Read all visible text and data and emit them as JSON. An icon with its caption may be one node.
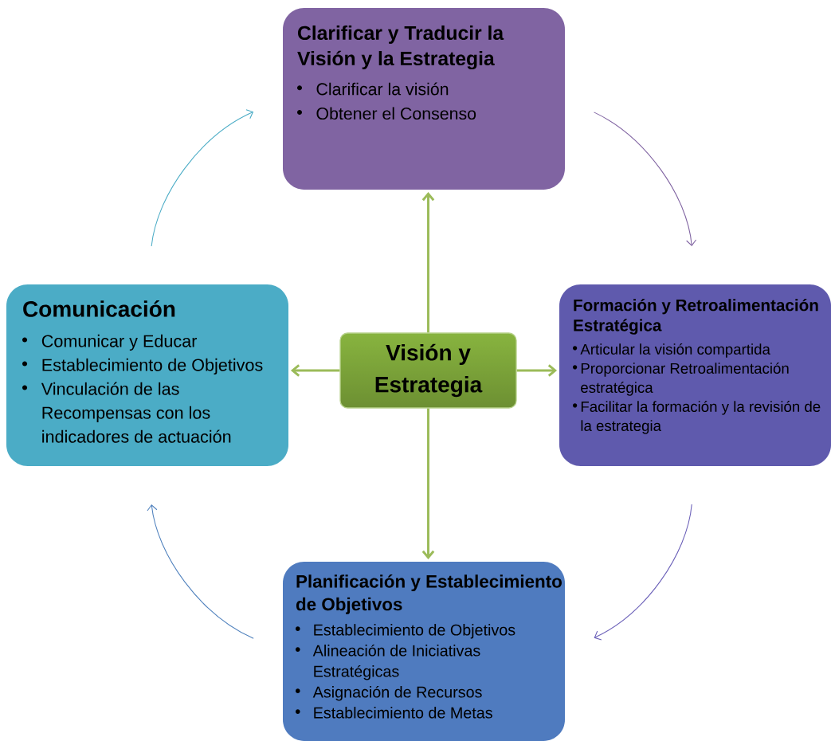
{
  "diagram": {
    "nodes": [
      {
        "text": [
          "Clarificar y Traducir la Visión y la Estrategia",
          "Clarificar  la visión",
          "Obtener el Consenso"
        ]
      },
      {
        "text": [
          "Comunicación",
          "Comunicar y Educar",
          "Establecimiento de Objetivos",
          "Vinculación de las Recompensas con los indicadores de actuación"
        ]
      },
      {
        "text": [
          "Visión y Estrategia"
        ]
      },
      {
        "text": [
          "Formación y Retroalimentación Estratégica",
          "Articular la visión compartida",
          "Proporcionar Retroalimentación estratégica",
          "Facilitar la formación y la revisión de la estrategia"
        ]
      },
      {
        "text": [
          "Planificación y Establecimiento de Objetivos",
          "Establecimiento de Objetivos",
          "Alineación de Iniciativas Estratégicas",
          "Asignación de Recursos",
          "Establecimiento de Metas"
        ]
      }
    ],
    "edges": [
      {
        "from": 2,
        "to": 0,
        "arrow": "to",
        "style": "thick",
        "color": "#9bbb59"
      },
      {
        "from": 2,
        "to": 1,
        "arrow": "to",
        "style": "thick",
        "color": "#9bbb59"
      },
      {
        "from": 2,
        "to": 3,
        "arrow": "to",
        "style": "thick",
        "color": "#9bbb59"
      },
      {
        "from": 2,
        "to": 4,
        "arrow": "to",
        "style": "thick",
        "color": "#9bbb59"
      },
      {
        "from": 1,
        "to": 0,
        "arrow": "to",
        "color": "#4bacc6"
      },
      {
        "from": 0,
        "to": 3,
        "arrow": "to",
        "color": "#8064a2"
      },
      {
        "from": 3,
        "to": 4,
        "arrow": "to",
        "color": "#6a5fb8"
      },
      {
        "from": 4,
        "to": 1,
        "arrow": "to",
        "color": "#4f81bd"
      }
    ]
  }
}
